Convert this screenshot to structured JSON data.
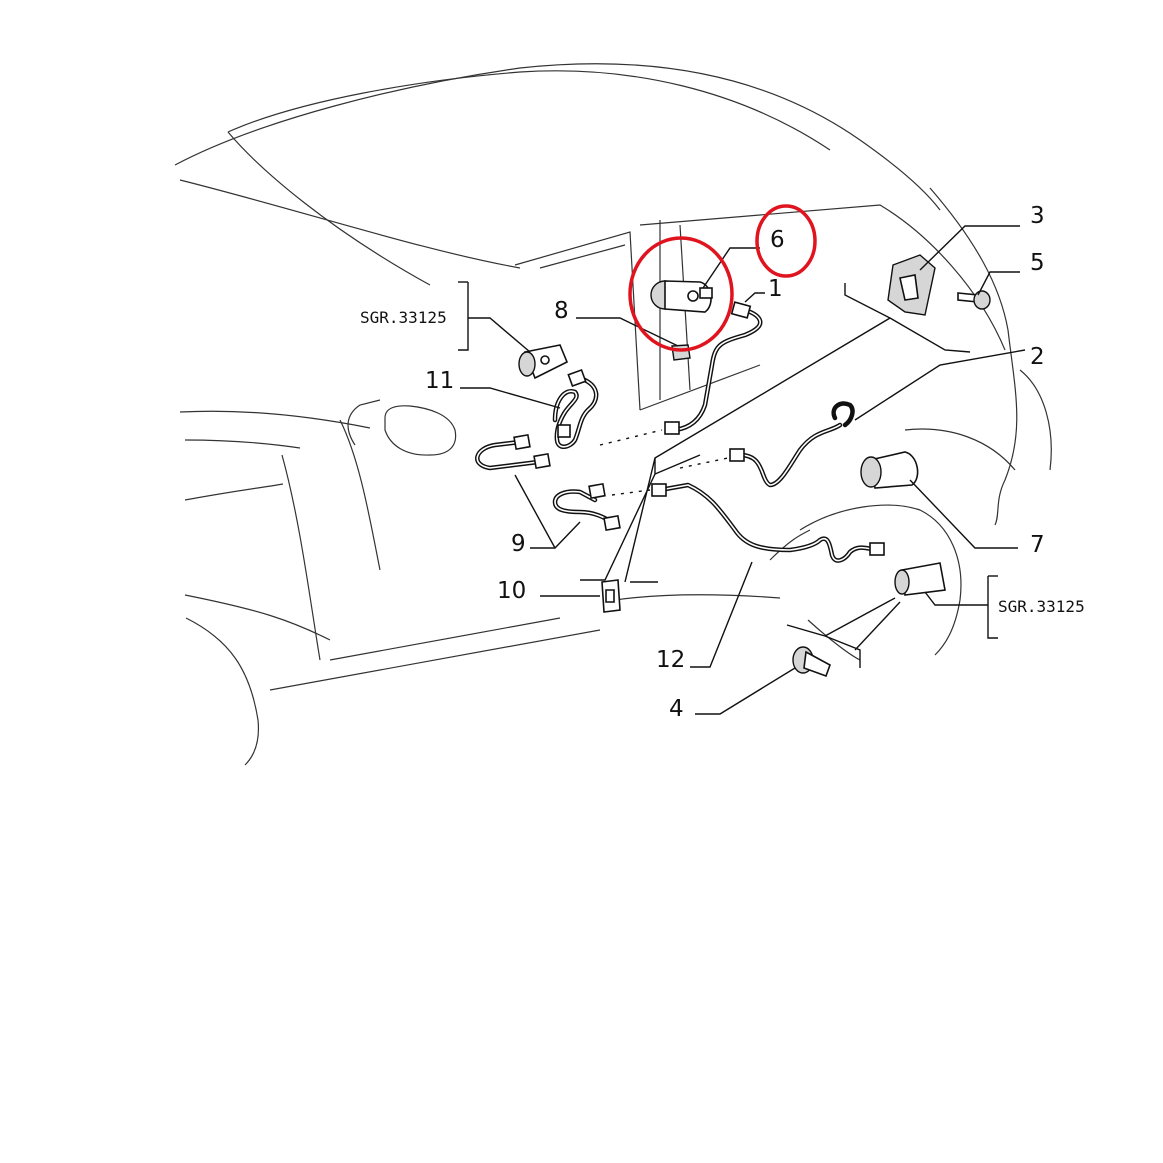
{
  "diagram": {
    "callouts": [
      {
        "id": "1",
        "text": "1"
      },
      {
        "id": "2",
        "text": "2"
      },
      {
        "id": "3",
        "text": "3"
      },
      {
        "id": "4",
        "text": "4"
      },
      {
        "id": "5",
        "text": "5"
      },
      {
        "id": "6",
        "text": "6"
      },
      {
        "id": "7",
        "text": "7"
      },
      {
        "id": "8",
        "text": "8"
      },
      {
        "id": "9",
        "text": "9"
      },
      {
        "id": "10",
        "text": "10"
      },
      {
        "id": "11",
        "text": "11"
      },
      {
        "id": "12",
        "text": "12"
      }
    ],
    "group_refs": {
      "left": "SGR.33125",
      "right": "SGR.33125"
    },
    "highlight_color": "#e0141e"
  }
}
